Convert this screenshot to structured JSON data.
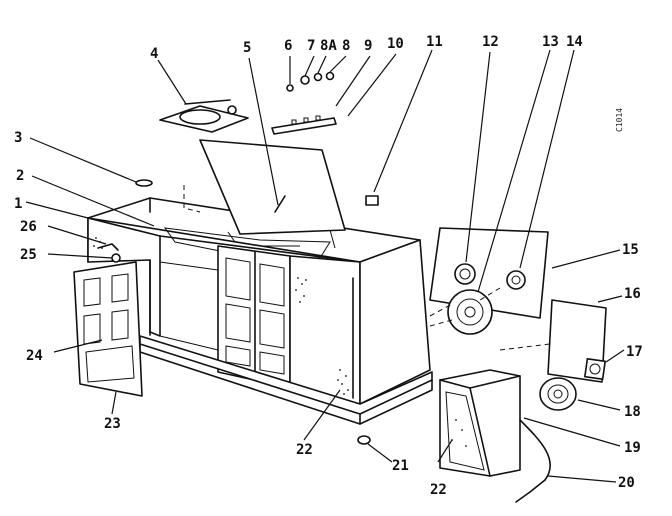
{
  "diagram": {
    "part_labels": [
      "1",
      "2",
      "3",
      "4",
      "5",
      "6",
      "7",
      "8A",
      "8",
      "9",
      "10",
      "11",
      "12",
      "13",
      "14",
      "15",
      "16",
      "17",
      "18",
      "19",
      "20",
      "21",
      "22",
      "22",
      "23",
      "24",
      "25",
      "26"
    ],
    "side_code": "C1014"
  }
}
